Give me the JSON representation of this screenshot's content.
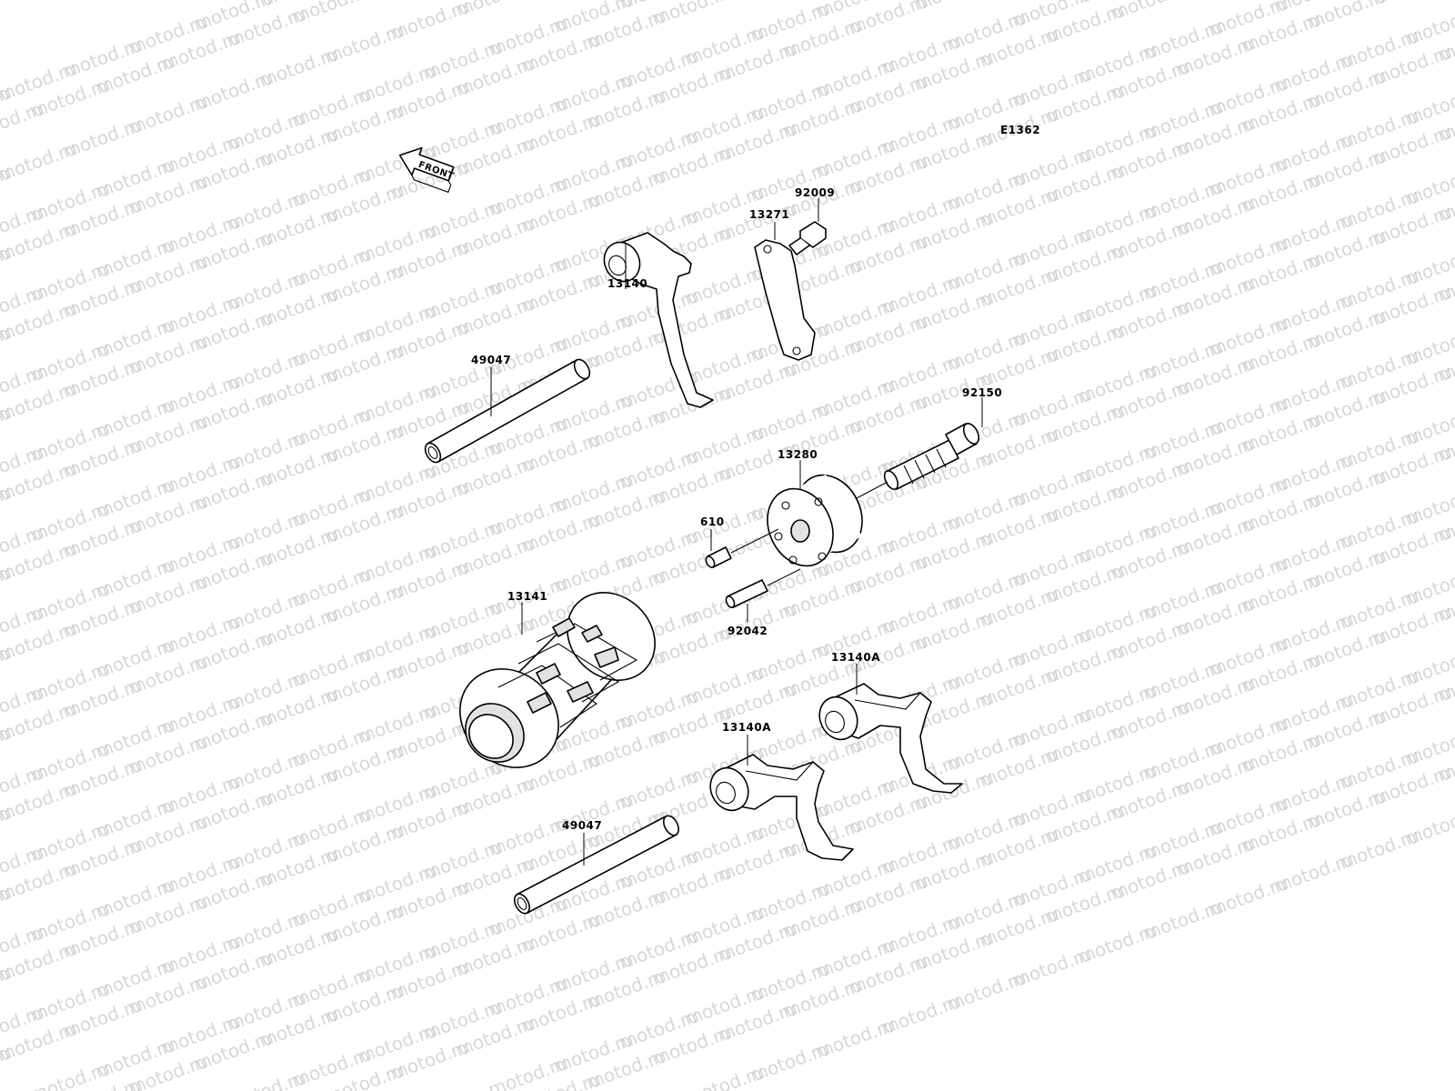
{
  "diagram_code": "E1362",
  "front_arrow_label": "FRONT",
  "watermark_text": "motod.ru",
  "parts": [
    {
      "id": "rod-top",
      "label": "49047"
    },
    {
      "id": "fork-top",
      "label": "13140"
    },
    {
      "id": "plate",
      "label": "13271"
    },
    {
      "id": "screw",
      "label": "92009"
    },
    {
      "id": "bolt",
      "label": "92150"
    },
    {
      "id": "cam",
      "label": "13280"
    },
    {
      "id": "pin-610",
      "label": "610"
    },
    {
      "id": "pin-92042",
      "label": "92042"
    },
    {
      "id": "drum",
      "label": "13141"
    },
    {
      "id": "fork-right",
      "label": "13140A"
    },
    {
      "id": "fork-mid",
      "label": "13140A"
    },
    {
      "id": "rod-bottom",
      "label": "49047"
    }
  ]
}
